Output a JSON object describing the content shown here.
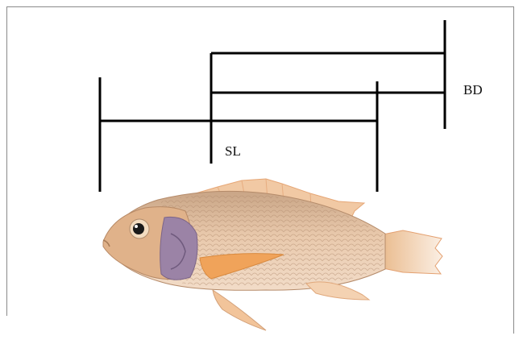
{
  "labels": {
    "standard_length": "SL",
    "body_depth": "BD"
  },
  "colors": {
    "measurement_lines": "#000000",
    "frame": "#8a8a8a",
    "fish_body": "#e2b48e",
    "fish_fins": "#f0a35a"
  },
  "icons": {
    "specimen": "tilapia-fish-photo"
  }
}
